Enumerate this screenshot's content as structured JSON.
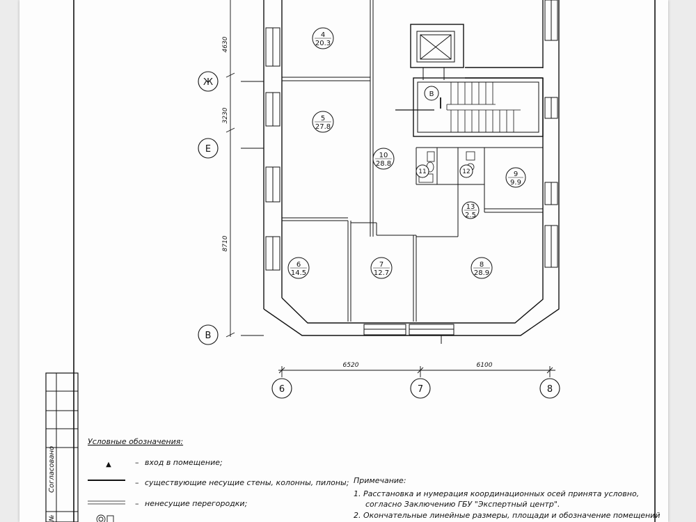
{
  "rooms": [
    {
      "id": "room-4",
      "num": "4",
      "area": "20.3"
    },
    {
      "id": "room-5",
      "num": "5",
      "area": "27.8"
    },
    {
      "id": "room-6",
      "num": "6",
      "area": "14.5"
    },
    {
      "id": "room-7",
      "num": "7",
      "area": "12.7"
    },
    {
      "id": "room-8",
      "num": "8",
      "area": "28.9"
    },
    {
      "id": "room-9",
      "num": "9",
      "area": "9.9"
    },
    {
      "id": "room-10",
      "num": "10",
      "area": "28.8"
    },
    {
      "id": "room-11",
      "num": "11",
      "area": ""
    },
    {
      "id": "room-12",
      "num": "12",
      "area": ""
    },
    {
      "id": "room-13",
      "num": "13",
      "area": "2.5"
    }
  ],
  "stair_mark": "В",
  "row_axes": [
    "Ж",
    "Е",
    "В"
  ],
  "col_axes": [
    "6",
    "7",
    "8"
  ],
  "vertical_dims": [
    "4630",
    "3230",
    "8710"
  ],
  "horizontal_dims": [
    "6520",
    "6100"
  ],
  "stamp_label": "Согласовано",
  "stamp_no": "№",
  "legend": {
    "title": "Условные обозначения:",
    "items": [
      {
        "mark": "▲",
        "text": "вход в помещение;"
      },
      {
        "mark": "",
        "text": "существующие несущие стены, колонны, пилоны;"
      },
      {
        "mark": "",
        "text": "ненесущие перегородки;"
      }
    ],
    "dash": "–"
  },
  "notes": {
    "title": "Примечание:",
    "lines": [
      "1.  Расстановка и нумерация координационных осей принята условно,",
      "согласно Заключению ГБУ \"Экспертный центр\".",
      "2.  Окончательные линейные размеры, площади и обозначение помещений"
    ]
  }
}
